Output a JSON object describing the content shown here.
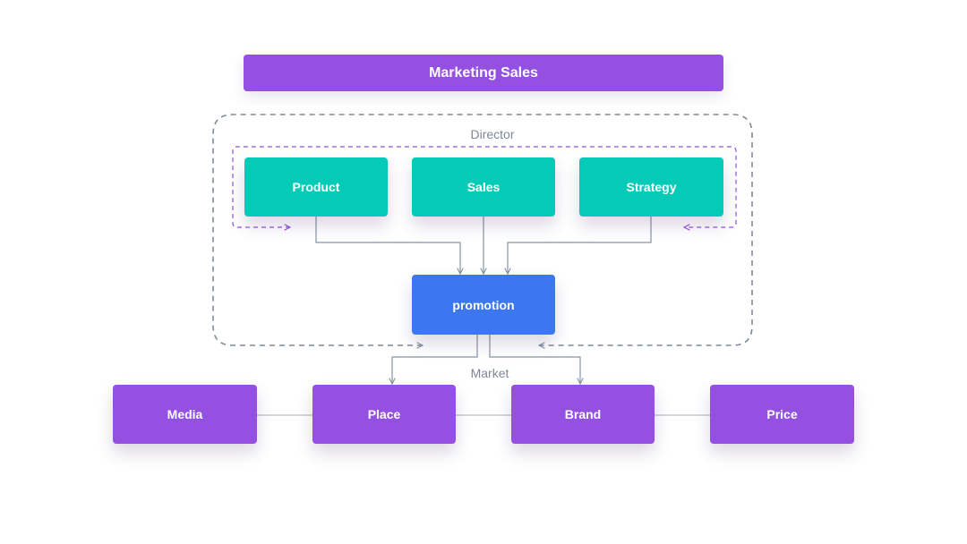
{
  "header": {
    "title": "Marketing Sales"
  },
  "groups": {
    "director_label": "Director",
    "market_label": "Market"
  },
  "top_nodes": [
    {
      "label": "Product"
    },
    {
      "label": "Sales"
    },
    {
      "label": "Strategy"
    }
  ],
  "center_node": {
    "label": "promotion"
  },
  "bottom_nodes": [
    {
      "label": "Media"
    },
    {
      "label": "Place"
    },
    {
      "label": "Brand"
    },
    {
      "label": "Price"
    }
  ],
  "colors": {
    "purple": "#9450e0",
    "teal": "#04cbb8",
    "blue": "#3c77ef",
    "connector": "#8592a3",
    "dashed_outer": "#7e8a98",
    "dashed_inner": "#9450e0"
  }
}
